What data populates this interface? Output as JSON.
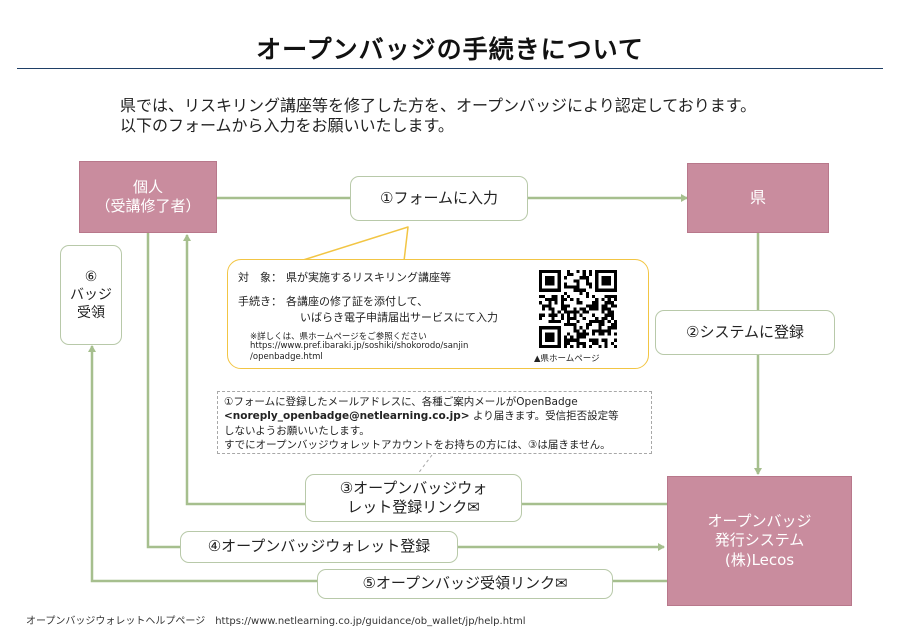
{
  "title": "オープンバッジの手続きについて",
  "intro": {
    "line1": "県では、リスキリング講座等を修了した方を、オープンバッジにより認定しております。",
    "line2": "以下のフォームから入力をお願いいたします。"
  },
  "nodes": {
    "individual": "個人\n（受講修了者）",
    "prefecture": "県",
    "system": "オープンバッジ\n発行システム\n(株)Lecos"
  },
  "steps": {
    "step1": "①フォームに入力",
    "step2": "②システムに登録",
    "step3": "③オープンバッジウォ\nレット登録リンク✉",
    "step4": "④オープンバッジウォレット登録",
    "step5": "⑤オープンバッジ受領リンク✉",
    "step6": "⑥\nバッジ\n受領"
  },
  "callout": {
    "target_label": "対　象：",
    "target_value": "県が実施するリスキリング講座等",
    "procedure_label": "手続き：",
    "procedure_line1": "各講座の修了証を添付して、",
    "procedure_line2": "いばらき電子申請届出サービスにて入力",
    "detail_note": "※詳しくは、県ホームページをご参照ください",
    "url_line1": "https://www.pref.ibaraki.jp/soshiki/shokorodo/sanjin",
    "url_line2": "/openbadge.html",
    "qr_caption": "▲県ホームページ"
  },
  "note": {
    "line1": "①フォームに登録したメールアドレスに、各種ご案内メールがOpenBadge",
    "email": "<noreply_openbadge@netlearning.co.jp>",
    "line2_rest": " より届きます。受信拒否設定等",
    "line3": "しないようお願いいたします。",
    "line4": "すでにオープンバッジウォレットアカウントをお持ちの方には、③は届きません。"
  },
  "footer": {
    "label": "オープンバッジウォレットヘルプページ",
    "url": "https://www.netlearning.co.jp/guidance/ob_wallet/jp/help.html"
  },
  "colors": {
    "node_pink": "#c98c9e",
    "arrow_green": "#a6bf8e",
    "callout_border": "#f2c544",
    "title_rule": "#1f3f66"
  }
}
